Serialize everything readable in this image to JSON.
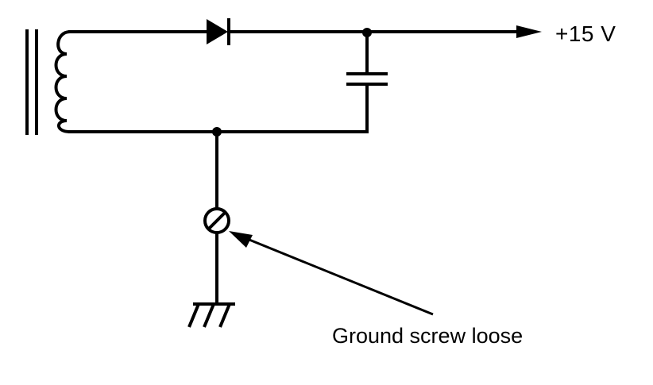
{
  "diagram": {
    "output_label": "+15 V",
    "annotation": "Ground screw loose"
  },
  "components": {
    "transformer_core": "transformer-core",
    "transformer_winding": "transformer-winding",
    "diode": "diode",
    "capacitor": "capacitor",
    "ground_screw": "ground-screw",
    "ground_symbol": "ground-symbol"
  },
  "colors": {
    "line": "#000000",
    "background": "#ffffff"
  }
}
